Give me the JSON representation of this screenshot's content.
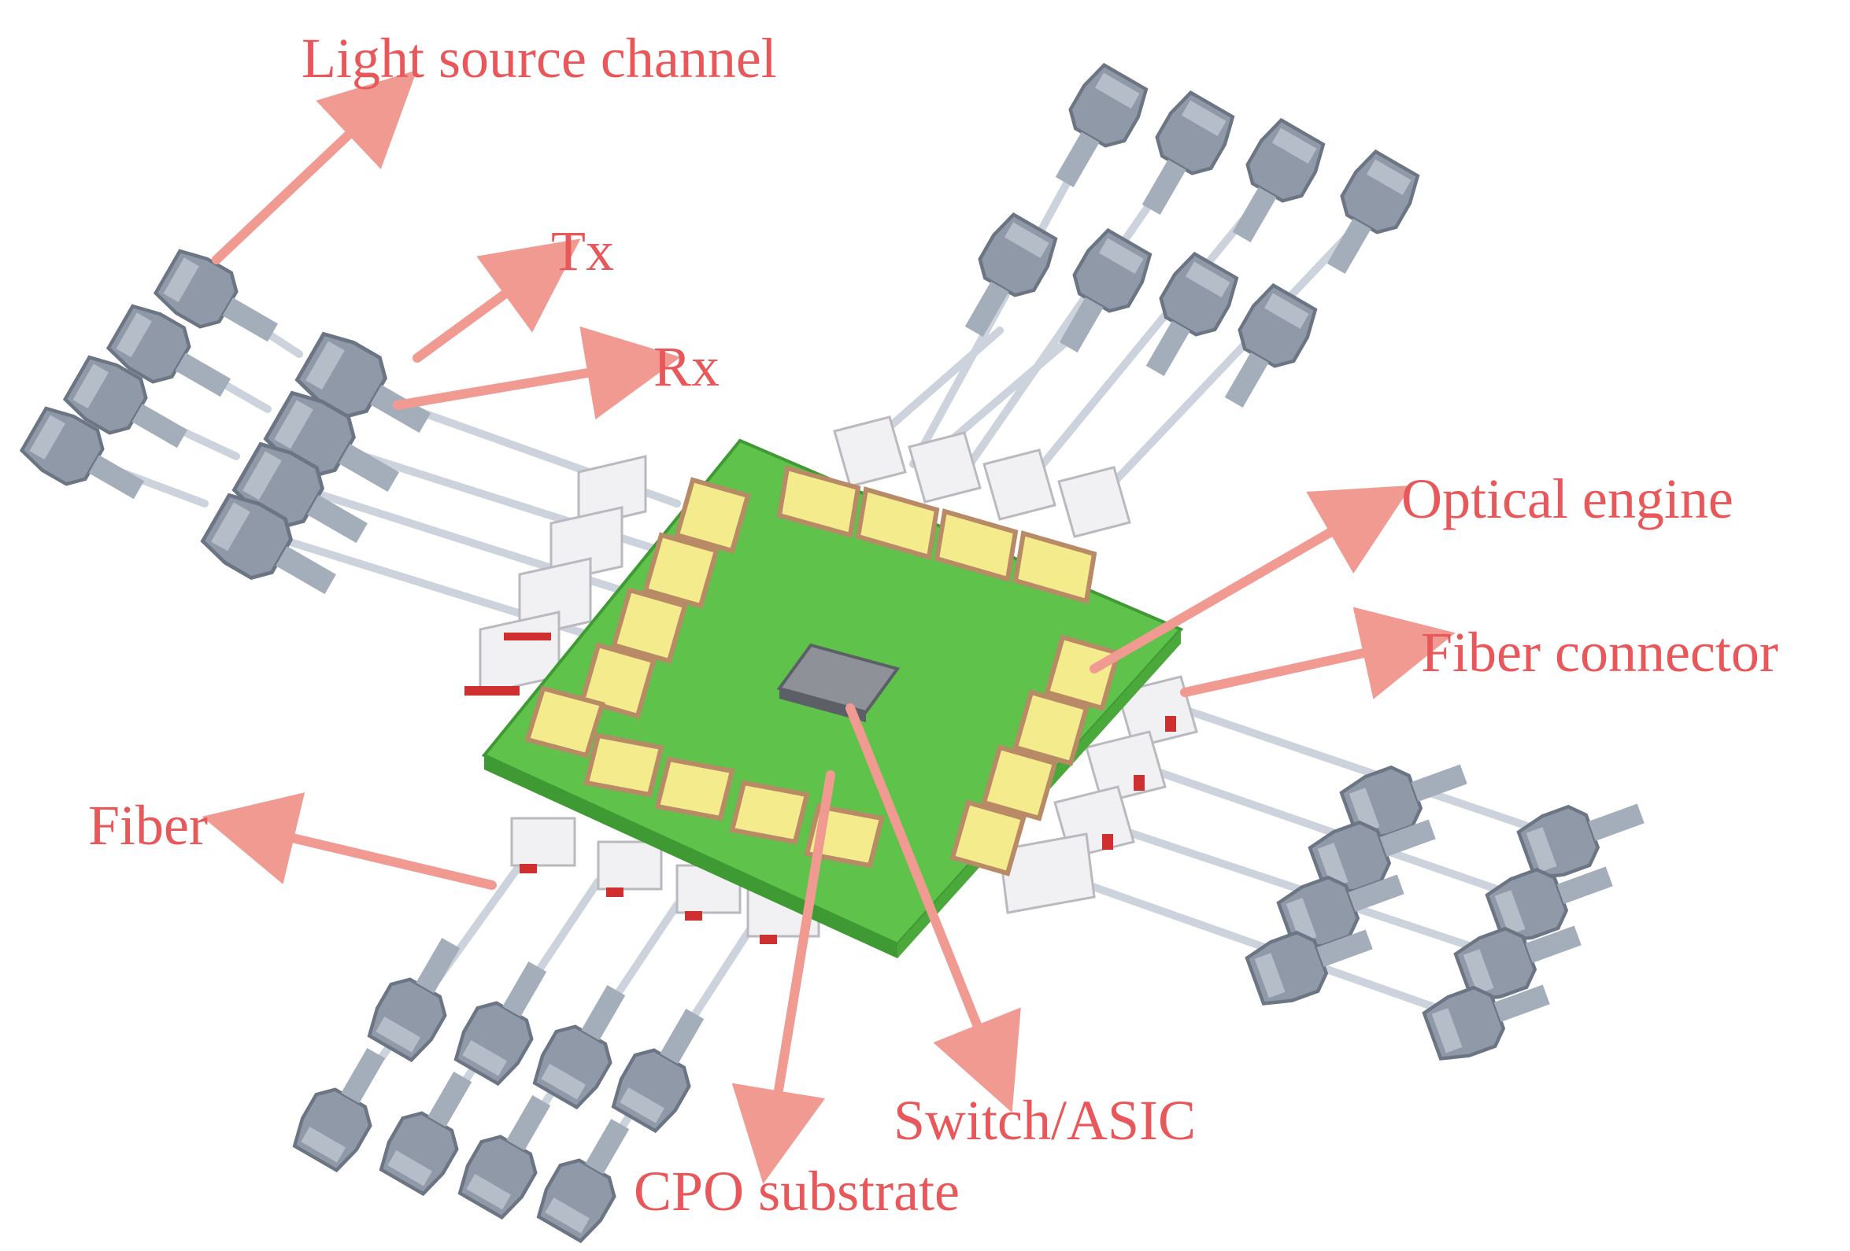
{
  "labels": {
    "light_source_channel": "Light source channel",
    "tx": "Tx",
    "rx": "Rx",
    "optical_engine": "Optical engine",
    "fiber_connector": "Fiber connector",
    "fiber": "Fiber",
    "switch_asic": "Switch/ASIC",
    "cpo_substrate": "CPO substrate"
  },
  "colors": {
    "label_text": "#e8585a",
    "arrow": "#f19a92",
    "substrate": "#5fc24a",
    "substrate_edge": "#3f9a33",
    "optical_engine": "#f4ec8c",
    "engine_base": "#b88a66",
    "asic": "#8e9198",
    "connector_housing": "#f1f1f3",
    "connector_accent": "#cf2f2f",
    "fiber_plug": "#8f99a8",
    "fiber_line": "#cdd3dc"
  }
}
